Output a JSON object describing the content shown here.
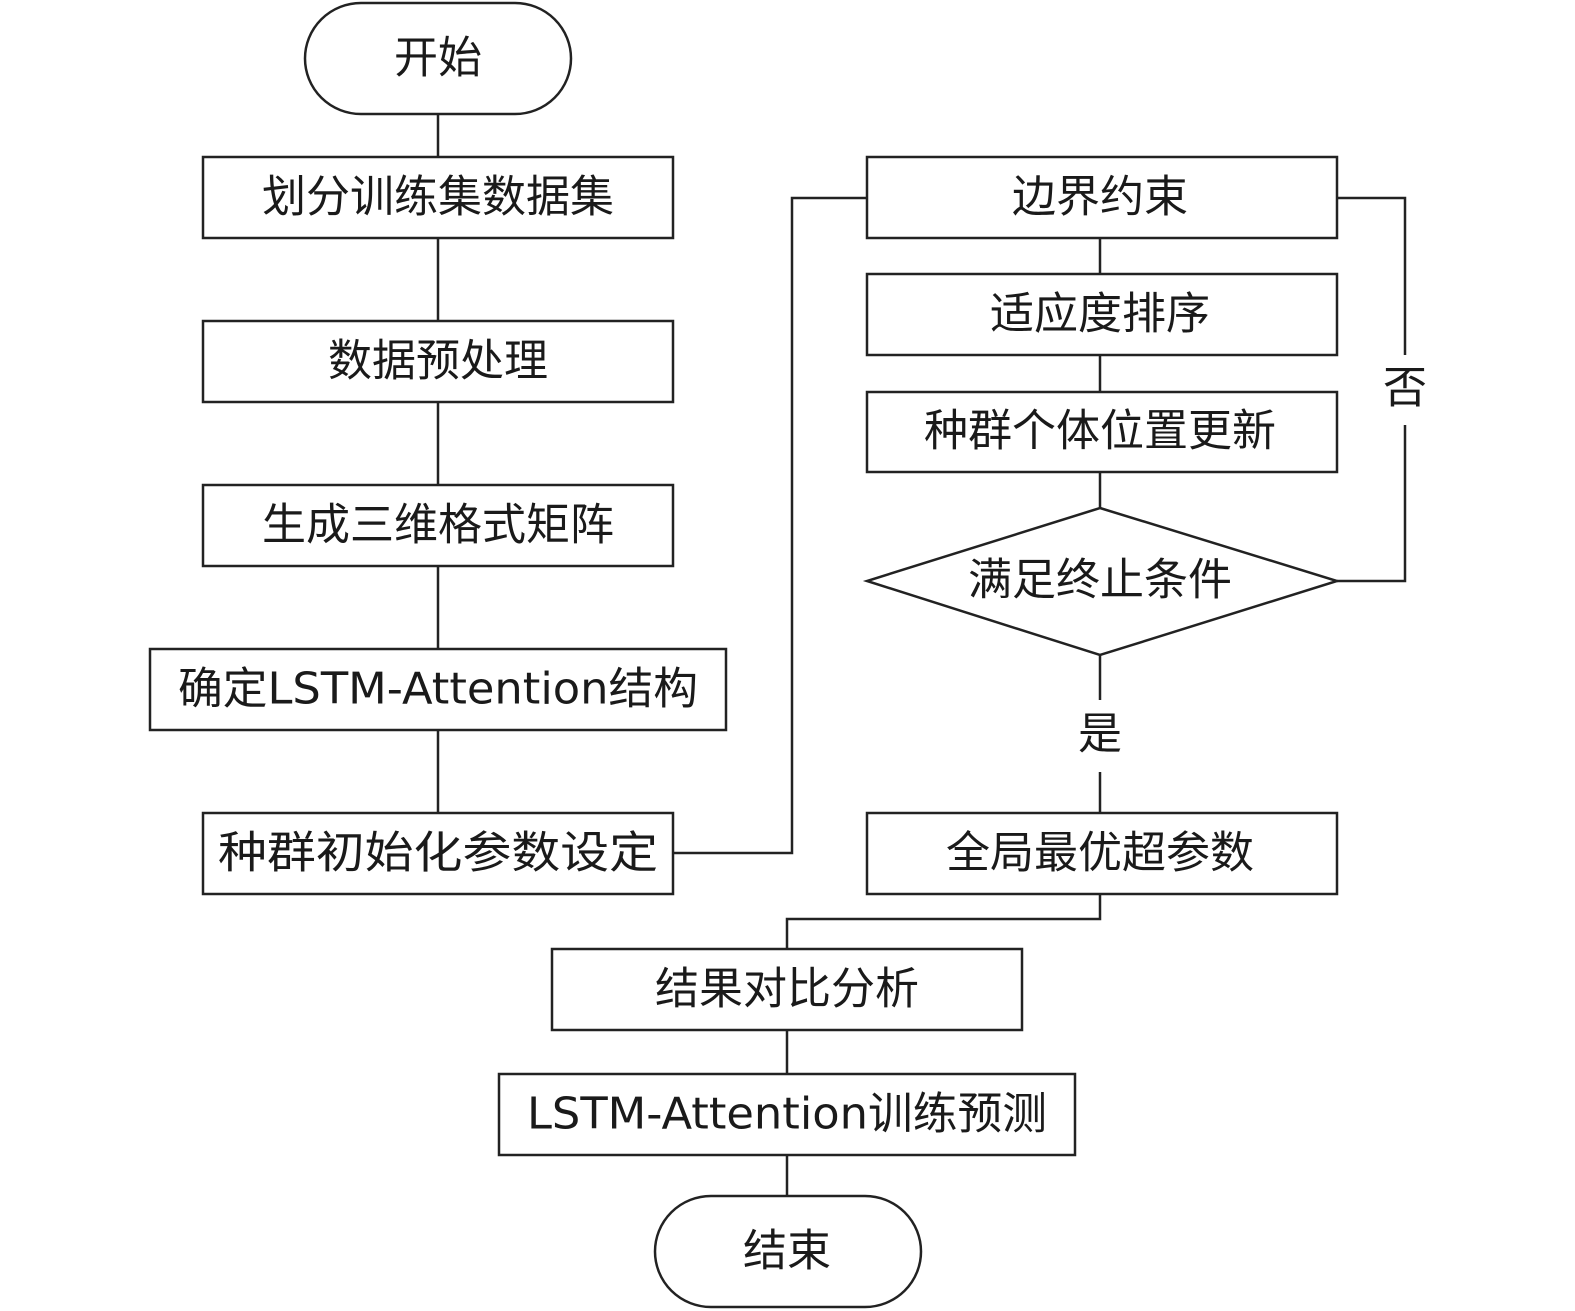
{
  "flowchart": {
    "start": "开始",
    "split_dataset": "划分训练集数据集",
    "preprocess": "数据预处理",
    "generate_matrix": "生成三维格式矩阵",
    "determine_structure": "确定LSTM-Attention结构",
    "init_population": "种群初始化参数设定",
    "boundary_constraint": "边界约束",
    "fitness_sort": "适应度排序",
    "update_positions": "种群个体位置更新",
    "termination_check": "满足终止条件",
    "no_label": "否",
    "yes_label": "是",
    "global_best": "全局最优超参数",
    "compare_results": "结果对比分析",
    "train_predict": "LSTM-Attention训练预测",
    "end": "结束"
  }
}
